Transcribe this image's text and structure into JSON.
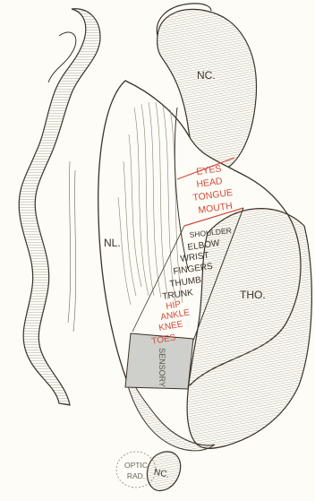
{
  "regions": {
    "nc_top": "NC.",
    "nl": "NL.",
    "tho": "THO.",
    "nc_bottom": "NC."
  },
  "red_group_top": [
    "EYES",
    "HEAD",
    "TONGUE",
    "MOUTH"
  ],
  "black_group": [
    "SHOULDER",
    "ELBOW",
    "WRIST",
    "FINGERS",
    "THUMB",
    "TRUNK"
  ],
  "red_group_lower": [
    "HIP",
    "ANKLE",
    "KNEE",
    "TOES"
  ],
  "sensory_label": "SENSORY",
  "optic_rad": [
    "OPTIC",
    "RAD."
  ],
  "colors": {
    "ink": "#3a3228",
    "red": "#d24a3a",
    "paper": "#fdfcf6",
    "region_fill": "#d8d2c3",
    "sensory_fill": "#cfd0cc"
  }
}
